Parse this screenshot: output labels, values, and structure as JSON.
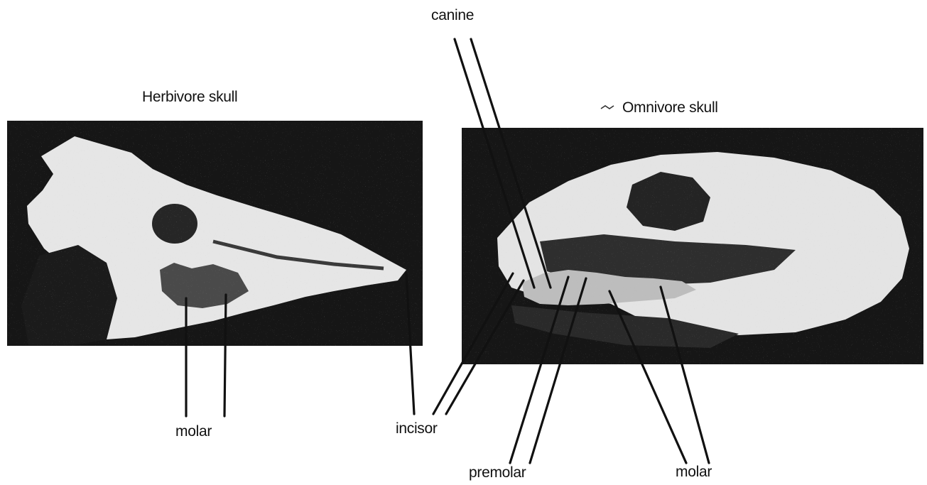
{
  "titles": {
    "herbivore": "Herbivore skull",
    "omnivore": "Omnivore skull"
  },
  "labels": {
    "canine": "canine",
    "incisor": "incisor",
    "herbivore_molar": "molar",
    "premolar": "premolar",
    "omnivore_molar": "molar"
  },
  "colors": {
    "photo_background": "#161616",
    "bone": "#e9e9e9",
    "ink": "#111111"
  }
}
